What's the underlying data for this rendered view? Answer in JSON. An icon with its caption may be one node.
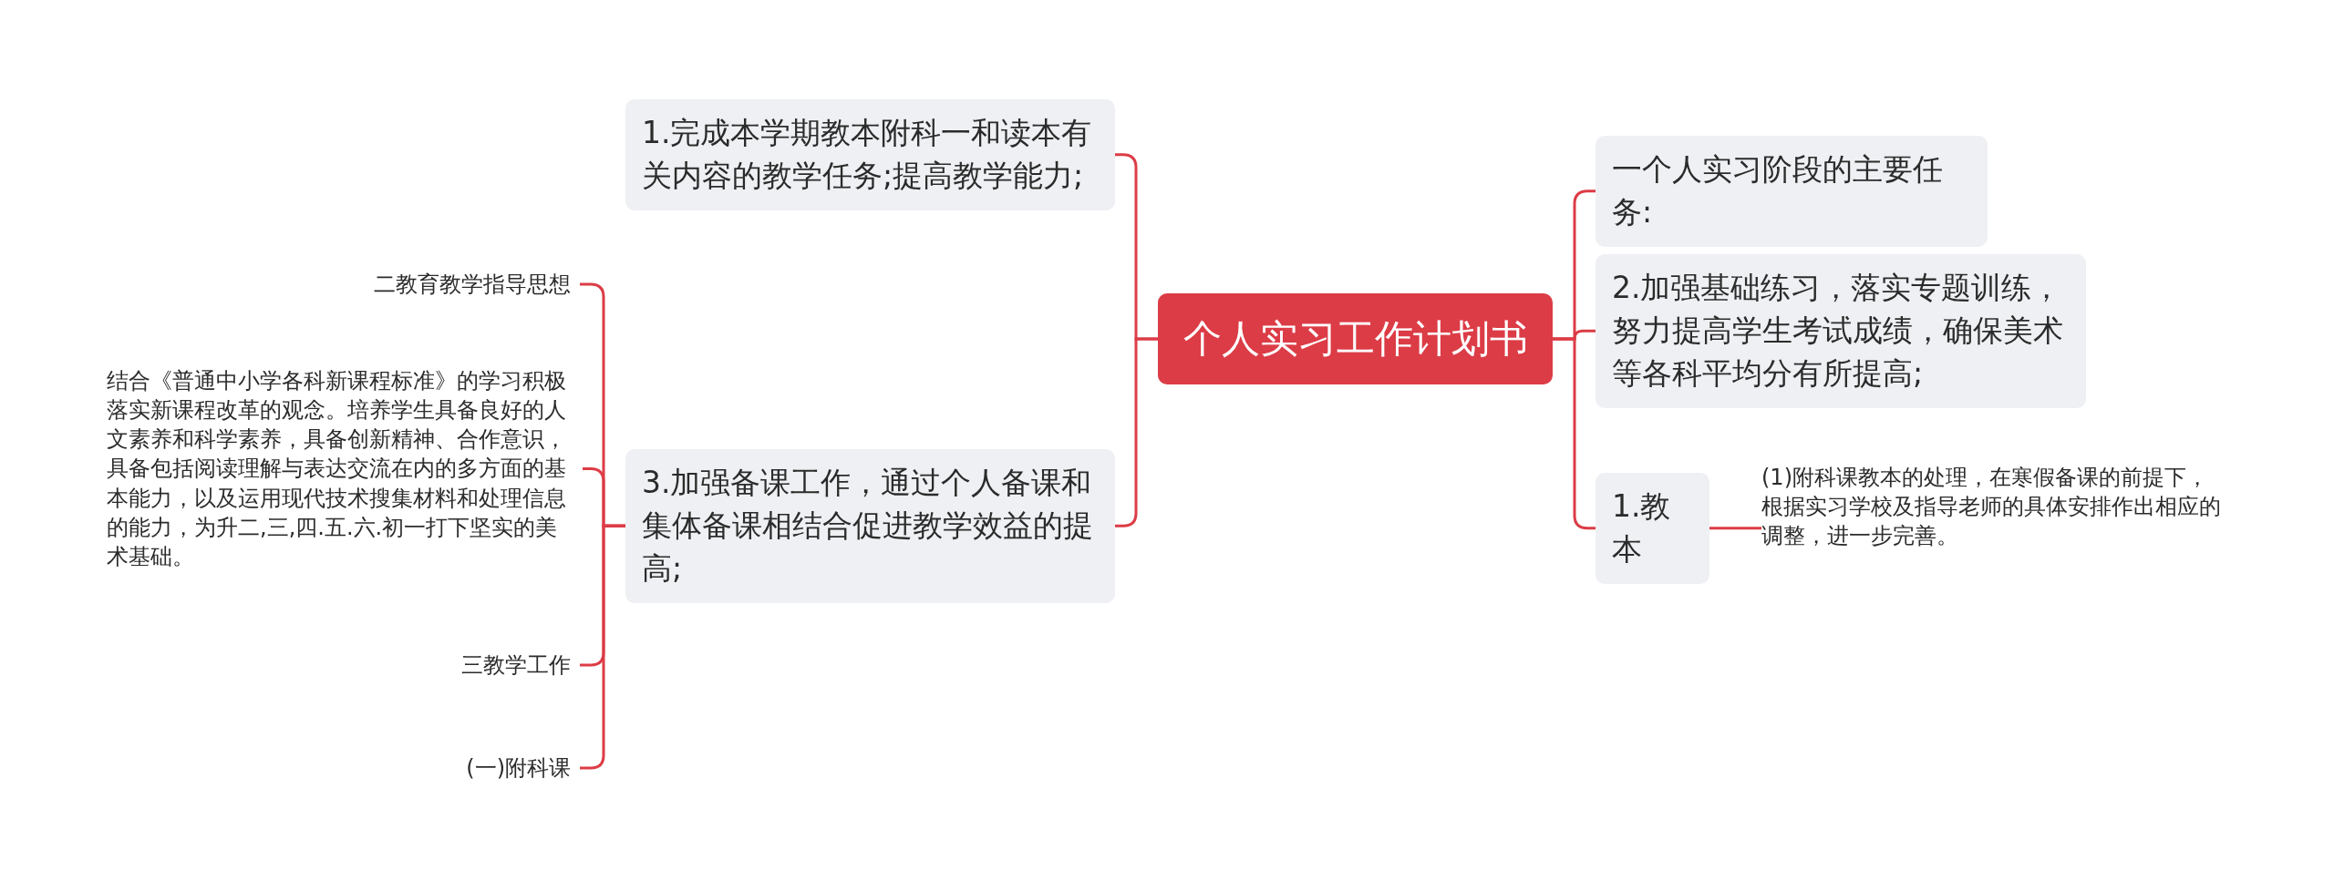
{
  "diagram": {
    "nodes": [
      {
        "text": [
          "个人实习工作计划书"
        ]
      },
      {
        "text": [
          "1.完成本学期教本附科一和读本有关内容的教学任务;提高教学能力;"
        ]
      },
      {
        "text": [
          "3.加强备课工作，通过个人备课和集体备课相结合促进教学效益的提高;"
        ]
      },
      {
        "text": [
          "二教育教学指导思想"
        ]
      },
      {
        "text": [
          "结合《普通中小学各科新课程标准》的学习积极落实新课程改革的观念。培养学生具备良好的人文素养和科学素养，具备创新精神、合作意识，具备包括阅读理解与表达交流在内的多方面的基本能力，以及运用现代技术搜集材料和处理信息的能力，为升二,三,四.五.六.初一打下坚实的美术基础。"
        ]
      },
      {
        "text": [
          "三教学工作"
        ]
      },
      {
        "text": [
          "(一)附科课"
        ]
      },
      {
        "text": [
          "一个人实习阶段的主要任务:"
        ]
      },
      {
        "text": [
          "2.加强基础练习，落实专题训练，努力提高学生考试成绩，确保美术等各科平均分有所提高;"
        ]
      },
      {
        "text": [
          "1.教本"
        ]
      },
      {
        "text": [
          "(1)附科课教本的处理，在寒假备课的前提下，根据实习学校及指导老师的具体安排作出相应的调整，进一步完善。"
        ]
      }
    ],
    "edges": [
      {
        "from": 0,
        "to": 1,
        "arrow": "none"
      },
      {
        "from": 0,
        "to": 2,
        "arrow": "none"
      },
      {
        "from": 2,
        "to": 3,
        "arrow": "none"
      },
      {
        "from": 2,
        "to": 4,
        "arrow": "none"
      },
      {
        "from": 2,
        "to": 5,
        "arrow": "none"
      },
      {
        "from": 2,
        "to": 6,
        "arrow": "none"
      },
      {
        "from": 0,
        "to": 7,
        "arrow": "none"
      },
      {
        "from": 0,
        "to": 8,
        "arrow": "none"
      },
      {
        "from": 0,
        "to": 9,
        "arrow": "none"
      },
      {
        "from": 9,
        "to": 10,
        "arrow": "none"
      }
    ]
  }
}
